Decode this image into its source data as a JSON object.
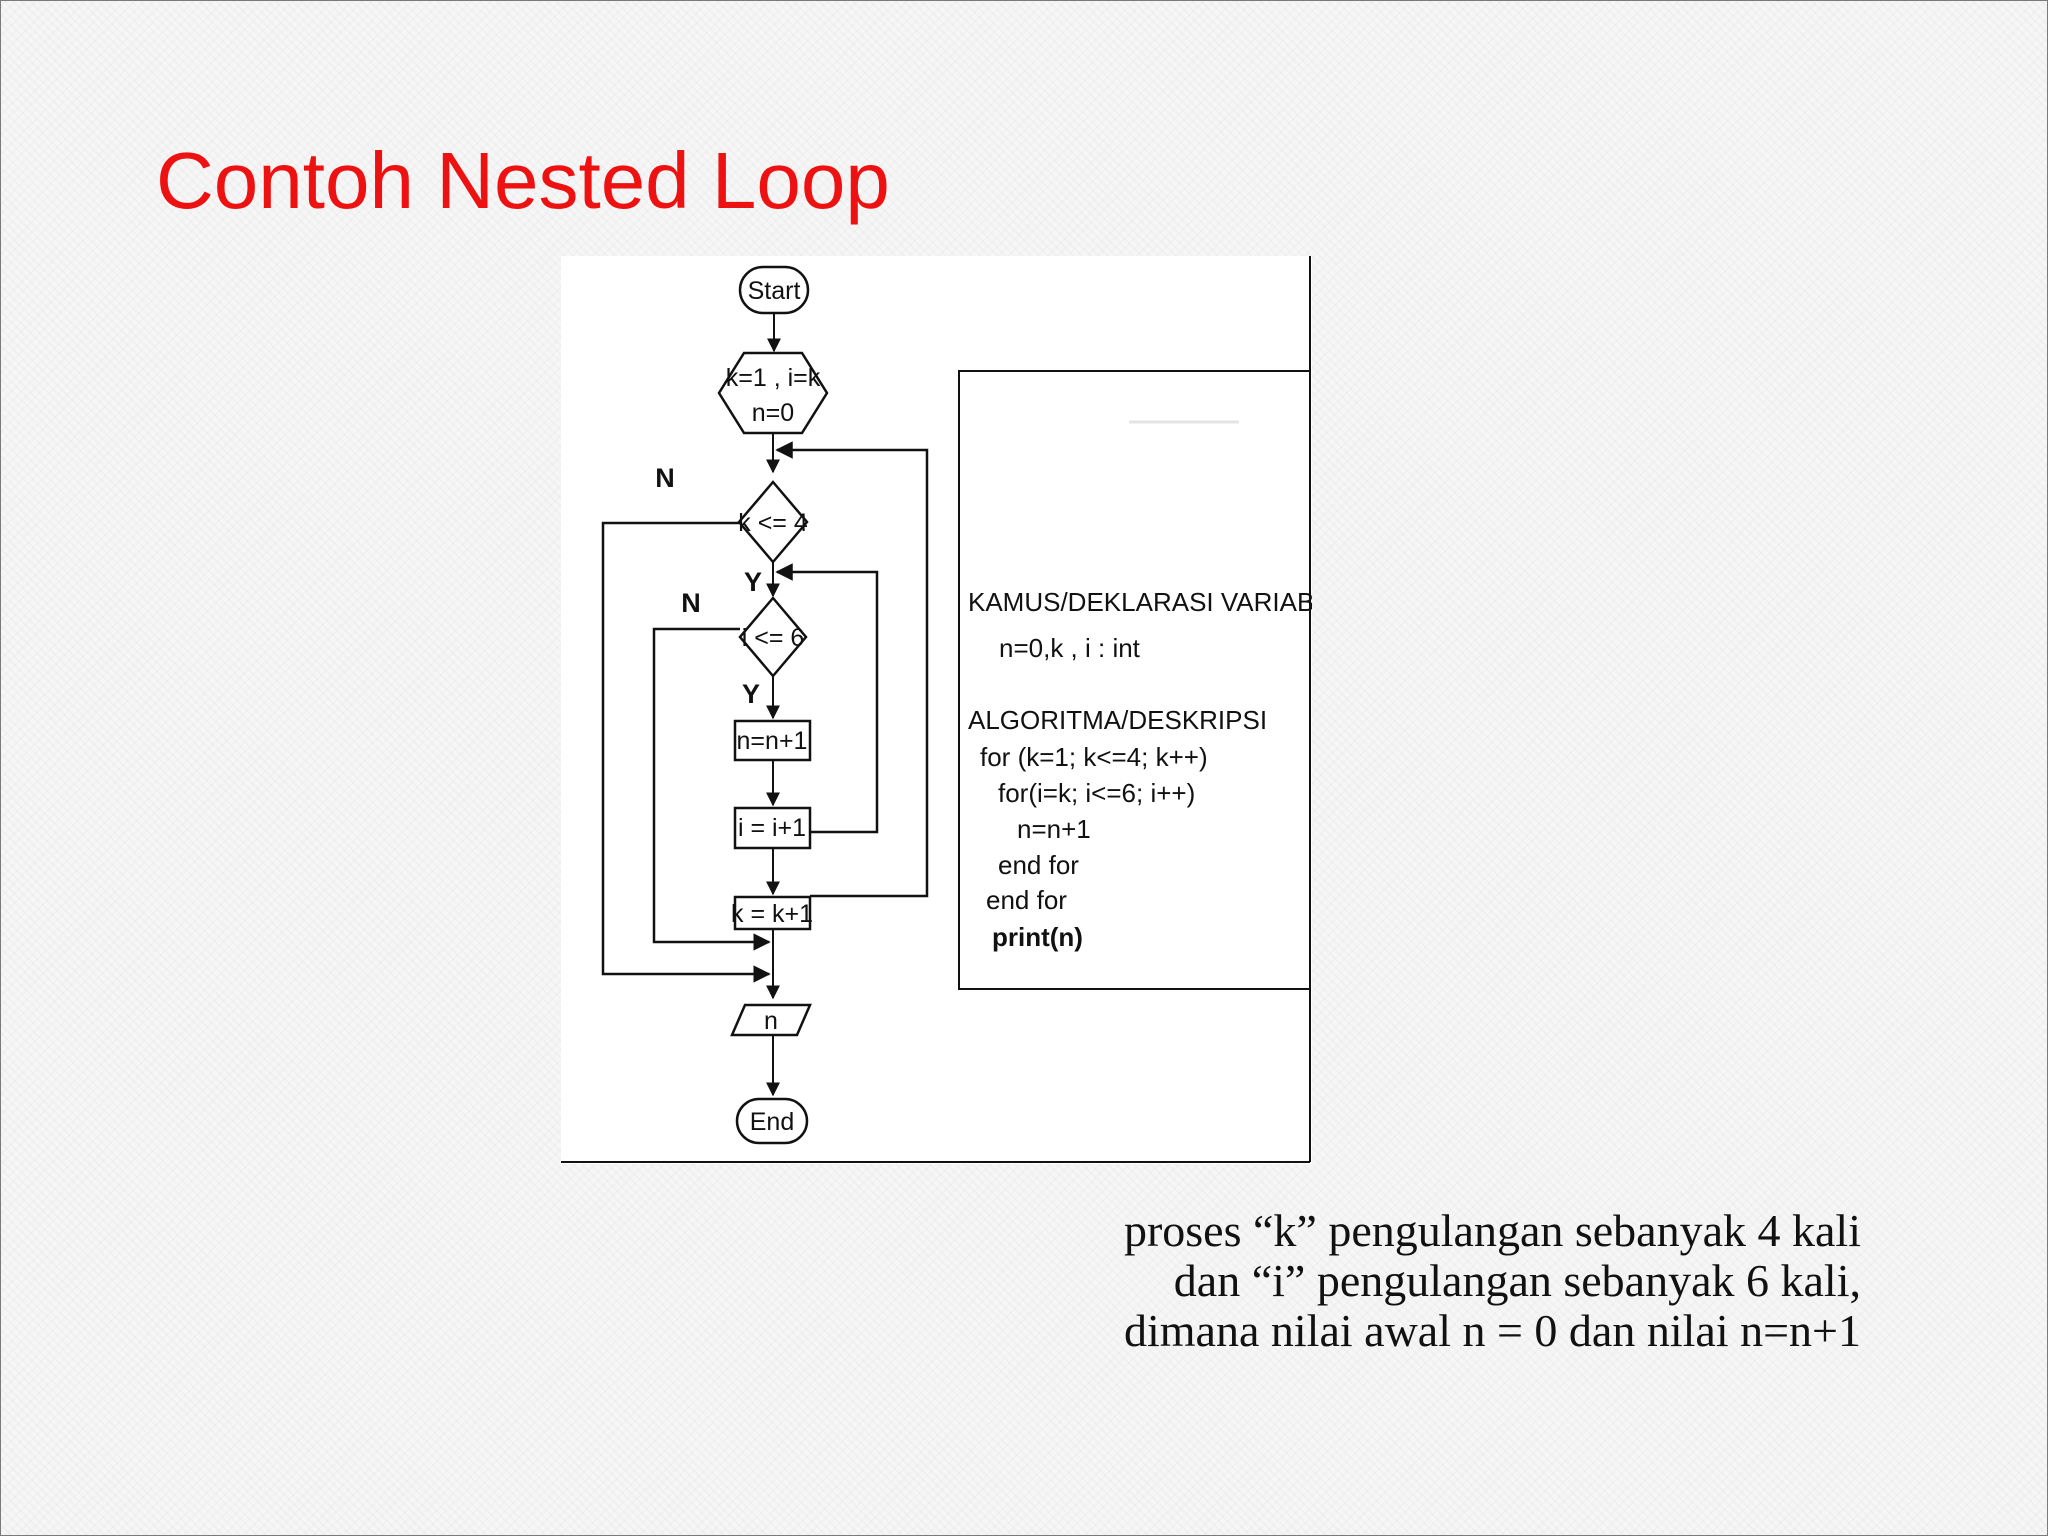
{
  "slide": {
    "title": "Contoh Nested Loop",
    "title_color": "#ee1111",
    "background_color": "#f6f6f6"
  },
  "flowchart": {
    "start_label": "Start",
    "init_line1": "k=1 , i=k",
    "init_line2": "n=0",
    "outer_condition": "k <= 4",
    "inner_condition": "i <= 6",
    "outer_no_label": "N",
    "outer_yes_label": "Y",
    "inner_no_label": "N",
    "inner_yes_label": "Y",
    "process_n": "n=n+1",
    "process_i": "i = i+1",
    "process_k": "k = k+1",
    "output_label": "n",
    "end_label": "End"
  },
  "code": {
    "lines": [
      "KAMUS/DEKLARASI VARIABEL",
      "n=0,k , i : int",
      "ALGORITMA/DESKRIPSI",
      "for (k=1;  k<=4; k++)",
      "for(i=k; i<=6; i++)",
      "n=n+1",
      "end for",
      "end for",
      "print(n)"
    ]
  },
  "caption": {
    "line1": "proses “k” pengulangan sebanyak 4 kali",
    "line2": "dan “i” pengulangan sebanyak 6 kali,",
    "line3": "dimana nilai awal n = 0 dan nilai n=n+1"
  }
}
